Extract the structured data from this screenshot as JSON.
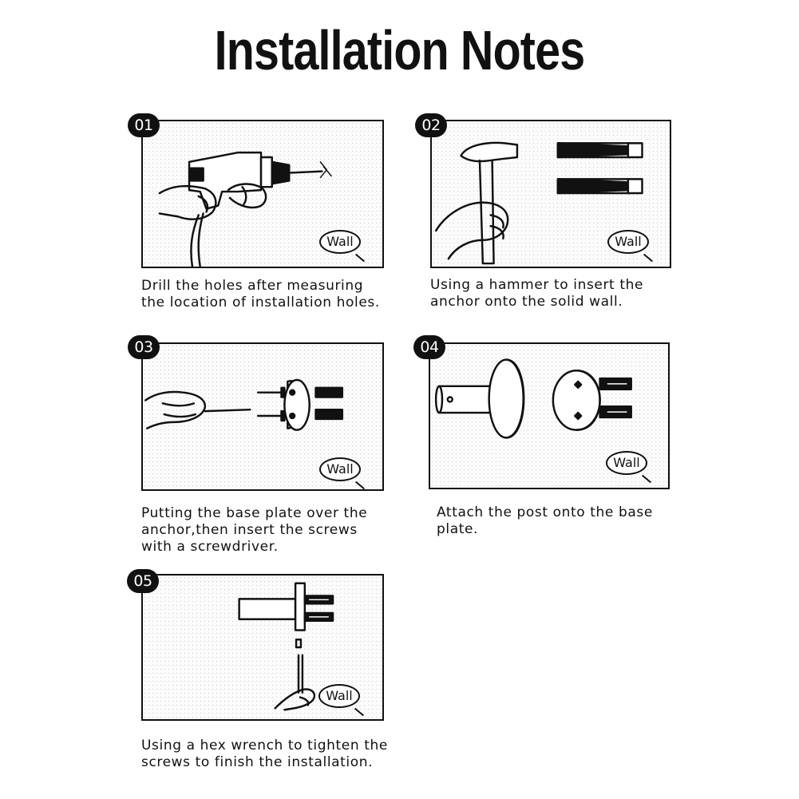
{
  "title": "Installation Notes",
  "steps": [
    {
      "number": "01",
      "wall_label": "Wall",
      "caption": "Drill the holes after measuring\nthe location of installation holes."
    },
    {
      "number": "02",
      "wall_label": "Wall",
      "caption": "Using a hammer to insert the\nanchor onto the solid wall."
    },
    {
      "number": "03",
      "wall_label": "Wall",
      "caption": "Putting the base plate over the\nanchor,then insert the screws\nwith a screwdriver."
    },
    {
      "number": "04",
      "wall_label": "Wall",
      "caption": "Attach the post onto the base\nplate."
    },
    {
      "number": "05",
      "wall_label": "Wall",
      "caption": "Using a hex wrench to tighten the\nscrews to finish the installation."
    }
  ],
  "icons": {
    "step1": "drill-icon",
    "step2": "hammer-icon",
    "step3": "screwdriver-icon",
    "step4": "post-icon",
    "step5": "hex-wrench-icon"
  }
}
